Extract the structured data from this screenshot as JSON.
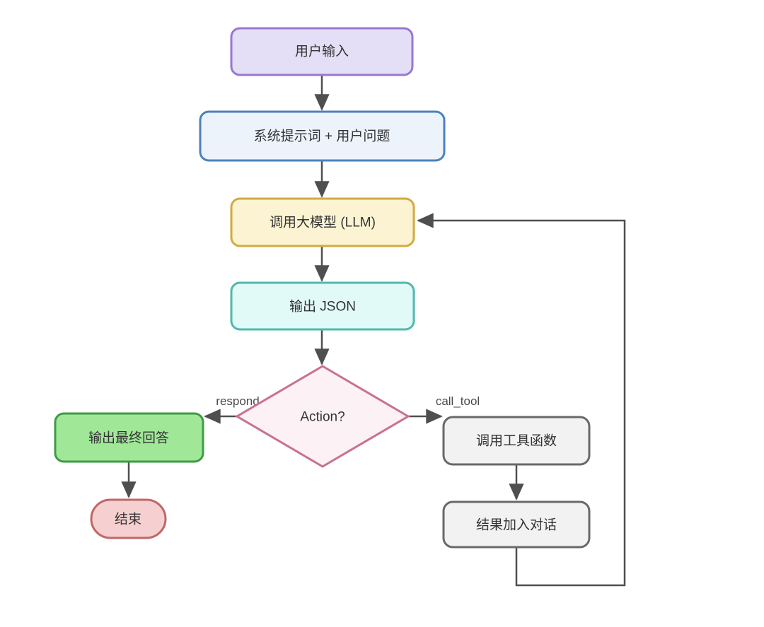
{
  "diagram": {
    "type": "flowchart",
    "colors": {
      "background": "#ffffff",
      "edge": "#4f4f4f",
      "edge_label": "#4a4a4a",
      "text": "#333333"
    },
    "nodes": {
      "user_input": {
        "label": "用户输入",
        "fill": "#e5def7",
        "stroke": "#9678d2"
      },
      "system_prompt": {
        "label": "系统提示词 + 用户问题",
        "fill": "#ecf3fb",
        "stroke": "#4e81bc"
      },
      "llm_call": {
        "label": "调用大模型 (LLM)",
        "fill": "#fbf3d2",
        "stroke": "#d2ab3f"
      },
      "json_output": {
        "label": "输出 JSON",
        "fill": "#e1faf8",
        "stroke": "#50b8ae"
      },
      "action": {
        "label": "Action?",
        "fill": "#fcf1f5",
        "stroke": "#c9718f"
      },
      "final_answer": {
        "label": "输出最终回答",
        "fill": "#a0e898",
        "stroke": "#3e9b45"
      },
      "end": {
        "label": "结束",
        "fill": "#f6d0d0",
        "stroke": "#c06767"
      },
      "call_tool_fn": {
        "label": "调用工具函数",
        "fill": "#f2f2f2",
        "stroke": "#696969"
      },
      "append_result": {
        "label": "结果加入对话",
        "fill": "#f2f2f2",
        "stroke": "#696969"
      }
    },
    "edge_labels": {
      "respond": "respond",
      "call_tool": "call_tool"
    }
  }
}
